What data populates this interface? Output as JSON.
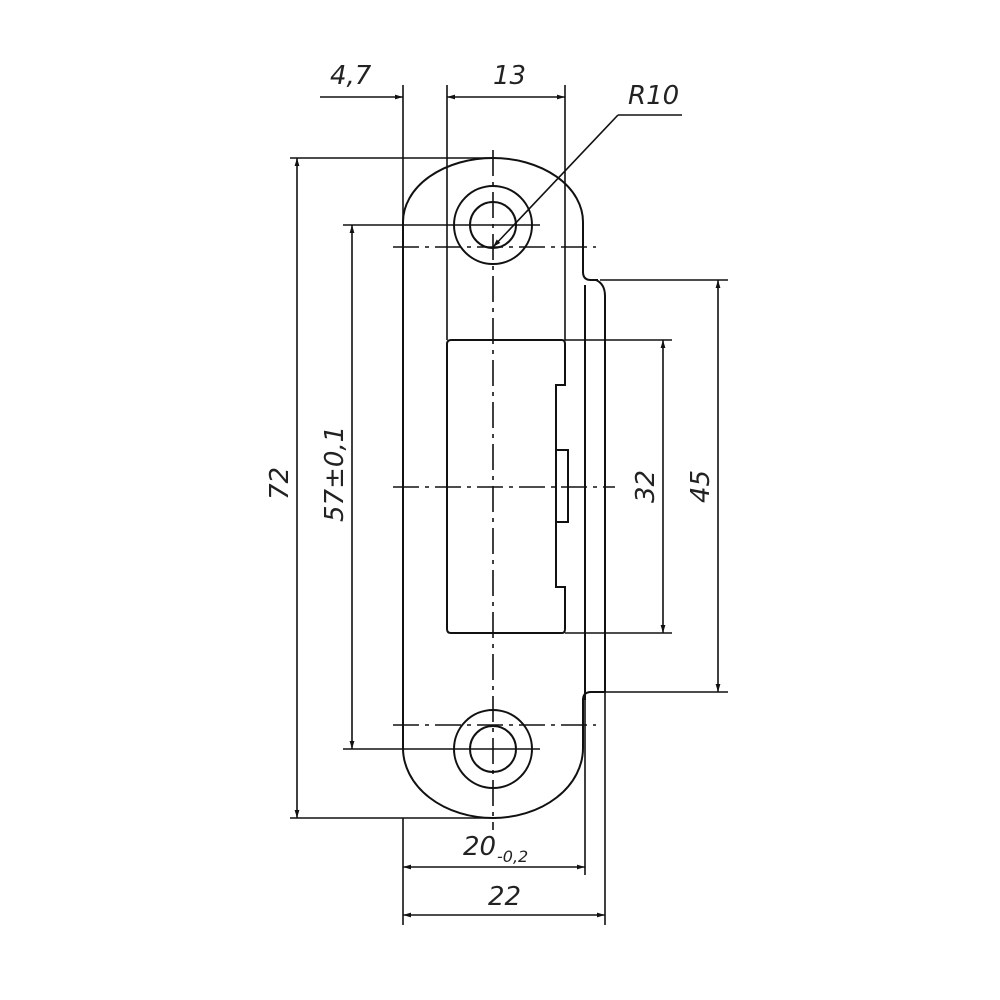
{
  "drawing": {
    "type": "strike plate technical drawing",
    "stroke_color": "#111111",
    "background": "#ffffff"
  },
  "dimensions": {
    "top_left": "4,7",
    "top_mid": "13",
    "radius": "R10",
    "overall_height": "72",
    "hole_spacing": "57±0,1",
    "opening_height": "32",
    "flange_height": "45",
    "body_width_main": "20",
    "body_width_tol": "-0,2",
    "overall_width": "22"
  }
}
